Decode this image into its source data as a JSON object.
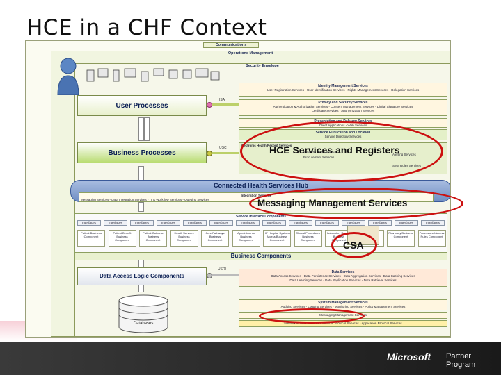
{
  "slide": {
    "title": "HCE in a CHF Context"
  },
  "diagram": {
    "communications": "Communications",
    "operations": "Operations Management",
    "security_envelope": "Security Envelope",
    "user_processes": "User Processes",
    "business_processes": "Business Processes",
    "hub": "Connected Health Services Hub",
    "business_components": "Business Components",
    "data_access": "Data Access Logic Components",
    "databases": "Databases",
    "isa_tag": "ISA",
    "usc_tag": "USC",
    "usri_tag": "USRI",
    "identity_title": "Identity Management Services",
    "identity_text": "User Registration Services - User Identification Services - Rights Management Services - Delegation Services",
    "privacy_title": "Privacy and Security Services",
    "privacy_text": "Authentication & Authorization Services - Consent Management Services - Digital Signature Services",
    "privacy_text2": "Certificate Services - Anonymization Services",
    "presentation_title": "Presentation and Delivery Services",
    "presentation_text": "Client Applications - Web Services",
    "publication_title": "Service Publication and Location",
    "publication_text": "Service Directory Services",
    "electronic_title": "Electronic Health Record Services",
    "integration_title": "Integration Services",
    "integration_text": "Messaging Services - Data Integration Services - IT & Workflow Services - Queuing Services",
    "interface_title": "Service Interface Components",
    "data_services_title": "Data Services",
    "data_services_text": "Data Access Services - Data Persistence Services - Data Aggregation Services - Data Caching Services",
    "data_services_text2": "Data Learning Services - Data Replication Services - Data Retrieval Services",
    "system_mgmt_title": "System Management Services",
    "system_mgmt_text": "Auditing Services - Logging Services - Monitoring Services - Policy Management Services",
    "messaging_bar": "Messaging Management Services",
    "network_text": "Network Access Services - Network Protocol Services - Application Protocol Services",
    "business_rules": "Business Rules Services",
    "procurement": "Procurement Services",
    "alerting": "Alerting Services",
    "sms_services": "SMS Rules Services",
    "interface_nodes": [
      "Interfaces",
      "Interfaces",
      "Interfaces",
      "Interfaces",
      "Interfaces",
      "Interfaces",
      "Interfaces",
      "Interfaces",
      "Interfaces",
      "Interfaces",
      "Interfaces",
      "Interfaces",
      "Interfaces",
      "Interfaces"
    ],
    "components": [
      "Patient Business Component",
      "Patient Benefit Business Component",
      "Patient Outcome Business Component",
      "Health Services Business Component",
      "Care Pathways Business Component",
      "Appointments Business Component",
      "HP Hospital Systems Access Business Component",
      "Clinical Procedures Business Component",
      "Laboratory Results Business Component",
      "Medications Business Component",
      "Pharmacy Business Component",
      "Professional Access Rules Component"
    ]
  },
  "callouts": {
    "hce": "HCE Services and Registers",
    "messaging": "Messaging Management Services",
    "csa": "CSA"
  },
  "footer": {
    "brand": "Microsoft",
    "program": "Partner Program"
  }
}
